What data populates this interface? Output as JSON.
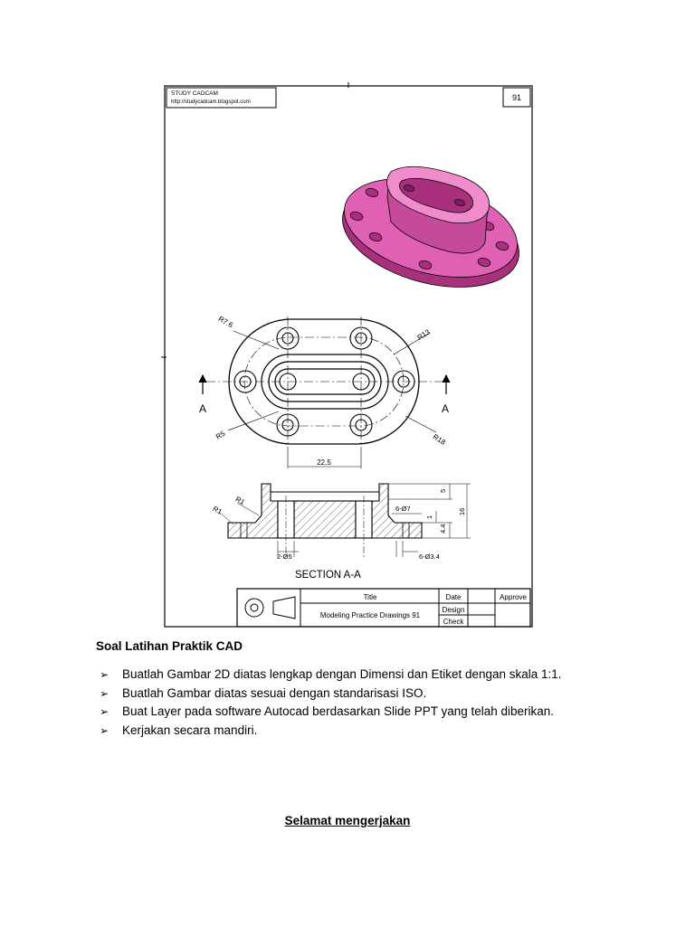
{
  "drawing": {
    "header": {
      "brand": "STUDY CADCAM",
      "url": "http://studycadcam.blogspot.com",
      "number": "91"
    },
    "labels": {
      "section_marker": "A",
      "section_title": "SECTION A-A"
    },
    "dimensions": {
      "r7_6": "R7.6",
      "r13": "R13",
      "r5": "R5",
      "r18": "R18",
      "len_22_5": "22.5",
      "r1_a": "R1",
      "r1_b": "R1",
      "holes_6_d7": "6-Ø7",
      "h5": "5",
      "h1": "1",
      "h4_4": "4.4",
      "h16": "16",
      "holes_2_d5": "2-Ø5",
      "holes_6_d3_4": "6-Ø3.4"
    },
    "title_block": {
      "title_label": "Title",
      "date_label": "Date",
      "approve_label": "Approve",
      "design_label": "Design",
      "check_label": "Check",
      "title_value": "Modeling Practice Drawings 91"
    }
  },
  "heading": "Soal Latihan Praktik CAD",
  "instructions": [
    "Buatlah Gambar 2D diatas lengkap dengan Dimensi dan Etiket dengan skala 1:1.",
    "Buatlah Gambar diatas sesuai dengan standarisasi ISO.",
    "Buat Layer pada software Autocad berdasarkan Slide PPT yang telah diberikan.",
    "Kerjakan secara mandiri."
  ],
  "bullet_symbol": "➢",
  "closing": "Selamat mengerjakan",
  "colors": {
    "part_fill": "#e060b4",
    "part_dark": "#a8307c",
    "part_light": "#f08ccc",
    "line": "#000000"
  }
}
